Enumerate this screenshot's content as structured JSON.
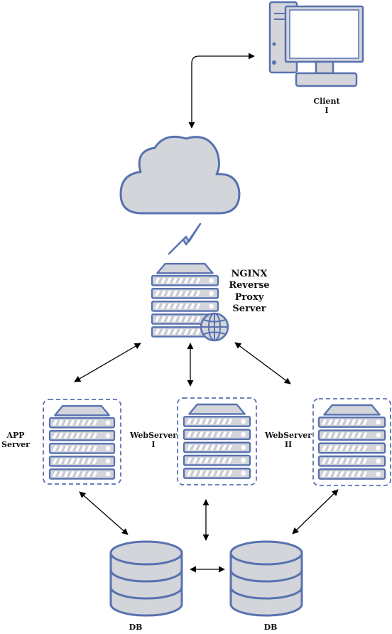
{
  "colors": {
    "stroke": "#5872b0",
    "fill": "#d3d5da",
    "fill_light": "#e3e5e9",
    "background": "#ffffff",
    "text": "#111111",
    "arrow": "#000000"
  },
  "nodes": {
    "client": {
      "icon": "desktop-computer-icon",
      "line1": "Client",
      "line2": "I"
    },
    "internet": {
      "icon": "cloud-icon"
    },
    "proxy": {
      "icon": "server-rack-with-globe-icon",
      "line1": "NGINX",
      "line2": "Reverse",
      "line3": "Proxy",
      "line4": "Server"
    },
    "app_server": {
      "icon": "server-rack-icon",
      "line1": "APP",
      "line2": "Server"
    },
    "webserver_1": {
      "icon": "server-rack-icon",
      "line1": "WebServer",
      "line2": "I"
    },
    "webserver_2": {
      "icon": "server-rack-icon",
      "line1": "WebServer",
      "line2": "II"
    },
    "db_1": {
      "icon": "database-icon",
      "label": "DB"
    },
    "db_2": {
      "icon": "database-icon",
      "label": "DB"
    }
  },
  "edges": [
    {
      "from": "client",
      "to": "internet",
      "style": "double-arrow"
    },
    {
      "from": "internet",
      "to": "proxy",
      "style": "lightning"
    },
    {
      "from": "proxy",
      "to": "app_server",
      "style": "double-arrow"
    },
    {
      "from": "proxy",
      "to": "webserver_1",
      "style": "double-arrow"
    },
    {
      "from": "proxy",
      "to": "webserver_2",
      "style": "double-arrow"
    },
    {
      "from": "app_server",
      "to": "db_1",
      "style": "double-arrow"
    },
    {
      "from": "webserver_1",
      "to": "db_1",
      "style": "double-arrow"
    },
    {
      "from": "webserver_2",
      "to": "db_2",
      "style": "double-arrow"
    },
    {
      "from": "db_1",
      "to": "db_2",
      "style": "double-arrow"
    }
  ]
}
